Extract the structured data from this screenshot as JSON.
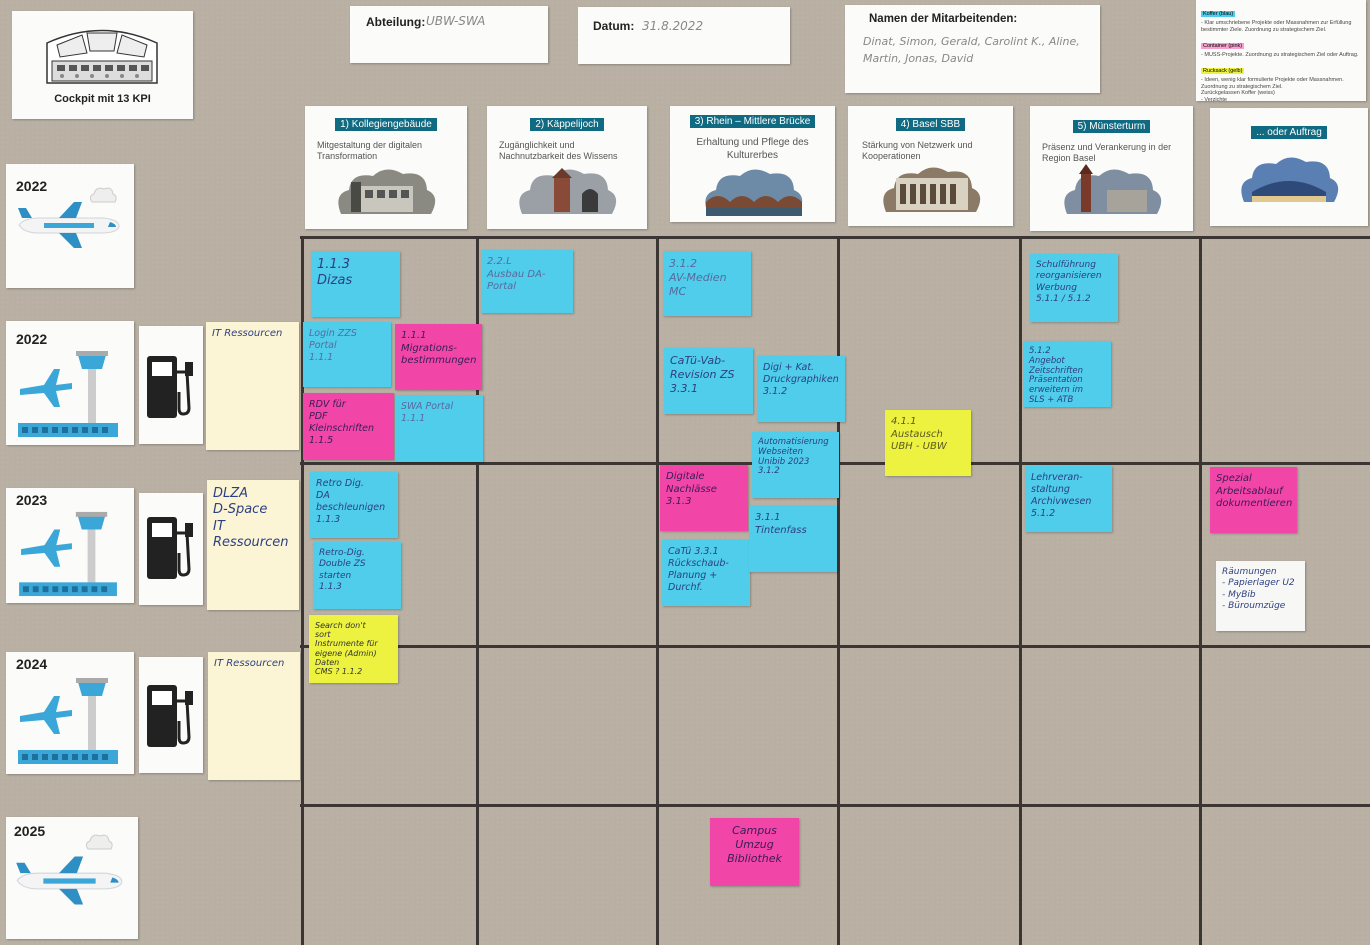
{
  "header": {
    "cockpit_label": "Cockpit mit 13 KPI",
    "abteilung_label": "Abteilung:",
    "abteilung_value": "UBW-SWA",
    "datum_label": "Datum:",
    "datum_value": "31.8.2022",
    "namen_label": "Namen der Mitarbeitenden:",
    "namen_value": "Dinat, Simon, Gerald, Carolint K., Aline, Martin, Jonas, David"
  },
  "legend": {
    "koffer_tag": "Koffer (blau)",
    "koffer_text": "- Klar umschriebene Projekte oder Massnahmen zur Erfüllung bestimmter Ziele. Zuordnung zu strategischem Ziel.",
    "container_tag": "Container (pink)",
    "container_text": "- MUSS-Projekte. Zuordnung zu strategischem Ziel oder Auftrag.",
    "rucksack_tag": "Rucksack (gelb)",
    "rucksack_text": "- Ideen, wenig klar formulierte Projekte oder Massnahmen. Zuordnung zu strategischem Ziel.",
    "zurueck_text": "Zurückgelassen Koffer (weiss)",
    "verzicht_text": "- Verzichte"
  },
  "categories": [
    {
      "tag": "1) Kollegiengebäude",
      "desc": "Mitgestaltung der digitalen Transformation"
    },
    {
      "tag": "2) Käppelijoch",
      "desc": "Zugänglichkeit und Nachnutzbarkeit des Wissens"
    },
    {
      "tag": "3) Rhein – Mittlere Brücke",
      "desc": "Erhaltung und Pflege des Kulturerbes"
    },
    {
      "tag": "4) Basel SBB",
      "desc": "Stärkung von Netzwerk und Kooperationen"
    },
    {
      "tag": "5) Münsterturm",
      "desc": "Präsenz und Verankerung in der Region Basel"
    },
    {
      "tag": "... oder Auftrag",
      "desc": ""
    }
  ],
  "years": [
    "2022",
    "2022",
    "2023",
    "2024",
    "2025"
  ],
  "resources": {
    "r2022": "IT Ressourcen",
    "r2023": "DLZA\nD-Space\nIT Ressourcen",
    "r2024": "IT Ressourcen"
  },
  "notes": {
    "n113": "1.1.3\nDizas",
    "n221": "2.2.L\nAusbau DA-\nPortal",
    "n312": "3.1.2\nAV-Medien\nMC",
    "n_schul": "Schulführung\nreorganisieren\nWerbung\n5.1.1 / 5.1.2",
    "n_login": "Login ZZS\nPortal\n1.1.1",
    "n_migr": "1.1.1\nMigrations-\nbestimmungen",
    "n_catvab": "CaTü-Vab-\nRevision ZS\n3.3.1",
    "n_digi": "Digi + Kat.\nDruckgraphiken\n3.1.2",
    "n_angebot": "5.1.2\nAngebot\nZeitschriften\nPräsentation\nerweitern im\nSLS + ATB",
    "n_rdv": "RDV für\nPDF Kleinschriften\n1.1.5",
    "n_swa": "SWA Portal\n1.1.1",
    "n_auto": "Automatisierung\nWebseiten\nUnibib 2023\n3.1.2",
    "n_411": "4.1.1\nAustausch\nUBH - UBW",
    "n_retro1": "Retro Dig.\nDA\nbeschleunigen\n1.1.3",
    "n_digital": "Digitale\nNachlässe\n3.1.3",
    "n_lehr": "Lehrveran-\nstaltung\nArchivwesen\n5.1.2",
    "n_spezial": "Spezial\nArbeitsablauf\ndokumentieren",
    "n_retro2": "Retro-Dig.\nDouble ZS\nstarten\n1.1.3",
    "n_catru": "CaTü 3.3.1\nRückschaub-\nPlanung + Durchf.",
    "n_311": "3.1.1\nTintenfass",
    "n_search": "Search don't\nsort\nInstrumente für\neigene (Admin)\nDaten\nCMS ? 1.1.2",
    "n_raeum": "Räumungen\n- Papierlager U2\n- MyBib\n- Büroumzüge",
    "n_campus": "Campus\nUmzug\nBibliothek"
  },
  "colors": {
    "board": "#b9b0a3",
    "blue_note": "#4fcdea",
    "pink_note": "#f245a8",
    "yellow_note": "#ecf23f",
    "tag_bg": "#0f6a82",
    "ink": "#3a4c8a"
  }
}
